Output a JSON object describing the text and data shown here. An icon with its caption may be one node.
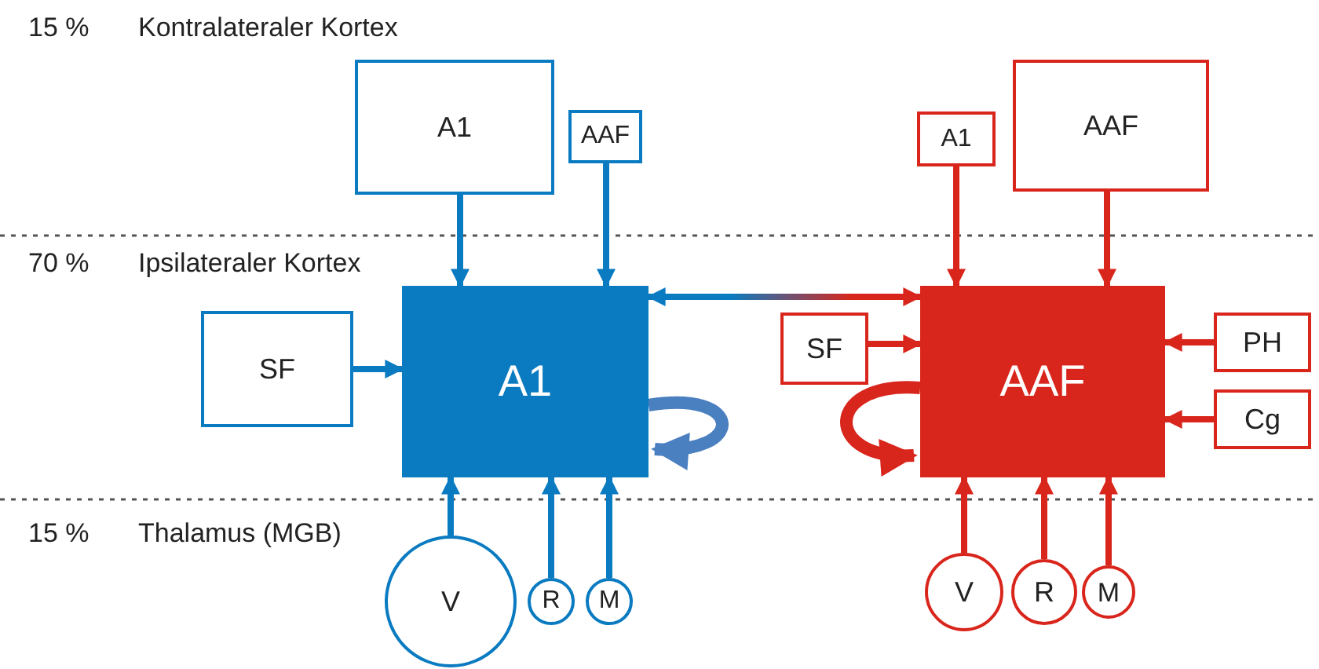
{
  "diagram": {
    "nodes": [
      {
        "text": [
          "A1"
        ]
      },
      {
        "text": [
          "AAF"
        ]
      },
      {
        "text": [
          "SF"
        ]
      },
      {
        "text": [
          "A1"
        ]
      },
      {
        "text": [
          "V"
        ]
      },
      {
        "text": [
          "R"
        ]
      },
      {
        "text": [
          "M"
        ]
      },
      {
        "text": [
          "A1"
        ]
      },
      {
        "text": [
          "AAF"
        ]
      },
      {
        "text": [
          "SF"
        ]
      },
      {
        "text": [
          "AAF"
        ]
      },
      {
        "text": [
          "PH"
        ]
      },
      {
        "text": [
          "Cg"
        ]
      },
      {
        "text": [
          "V"
        ]
      },
      {
        "text": [
          "R"
        ]
      },
      {
        "text": [
          "M"
        ]
      }
    ],
    "edges": [
      {
        "from": 0,
        "to": 3,
        "arrow": "to",
        "color": "#0a7bc1"
      },
      {
        "from": 1,
        "to": 3,
        "arrow": "to",
        "color": "#0a7bc1"
      },
      {
        "from": 2,
        "to": 3,
        "arrow": "to",
        "color": "#0a7bc1"
      },
      {
        "from": 3,
        "to": 3,
        "arrow": "to",
        "color": "#4a7fc0",
        "style": "thick"
      },
      {
        "from": 4,
        "to": 3,
        "arrow": "to",
        "color": "#0a7bc1"
      },
      {
        "from": 5,
        "to": 3,
        "arrow": "to",
        "color": "#0a7bc1"
      },
      {
        "from": 6,
        "to": 3,
        "arrow": "to",
        "color": "#0a7bc1"
      },
      {
        "from": 3,
        "to": 10,
        "arrow": "both"
      },
      {
        "from": 7,
        "to": 10,
        "arrow": "to",
        "color": "#d9261c"
      },
      {
        "from": 8,
        "to": 10,
        "arrow": "to",
        "color": "#d9261c"
      },
      {
        "from": 9,
        "to": 10,
        "arrow": "to",
        "color": "#d9261c"
      },
      {
        "from": 10,
        "to": 10,
        "arrow": "to",
        "color": "#d9261c",
        "style": "thick"
      },
      {
        "from": 11,
        "to": 10,
        "arrow": "to",
        "color": "#d9261c"
      },
      {
        "from": 12,
        "to": 10,
        "arrow": "to",
        "color": "#d9261c"
      },
      {
        "from": 13,
        "to": 10,
        "arrow": "to",
        "color": "#d9261c"
      },
      {
        "from": 14,
        "to": 10,
        "arrow": "to",
        "color": "#d9261c"
      },
      {
        "from": 15,
        "to": 10,
        "arrow": "to",
        "color": "#d9261c"
      }
    ],
    "labels": [
      "15 %",
      "Kontralateraler Kortex",
      "70 %",
      "Ipsilateraler Kortex",
      "15 %",
      "Thalamus (MGB)"
    ]
  }
}
